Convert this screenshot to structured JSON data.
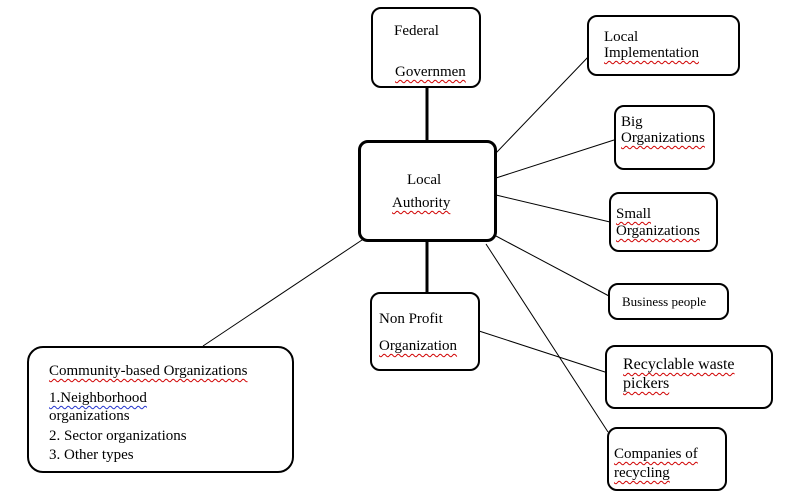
{
  "nodes": {
    "federal": {
      "line1": "Federal",
      "line2": "Governmen"
    },
    "local_impl": {
      "line1": "Local",
      "line2": "Implementation"
    },
    "big_org": {
      "line1": "Big",
      "line2": "Organizations"
    },
    "local_authority": {
      "line1": "Local",
      "line2": "Authority"
    },
    "small_org": {
      "line1": "Small",
      "line2": "Organizations"
    },
    "business": {
      "line1": "Business people"
    },
    "non_profit": {
      "line1": "Non Profit",
      "line2": "Organization"
    },
    "waste_pickers": {
      "line1": "Recyclable waste",
      "line2": "pickers"
    },
    "community": {
      "title": "Community-based Organizations",
      "item1a": "1.Neighborhood",
      "item1b": "organizations",
      "item2": "2. Sector organizations",
      "item3": "3. Other types"
    },
    "recycling": {
      "line1": "Companies of",
      "line2": "recycling"
    }
  }
}
